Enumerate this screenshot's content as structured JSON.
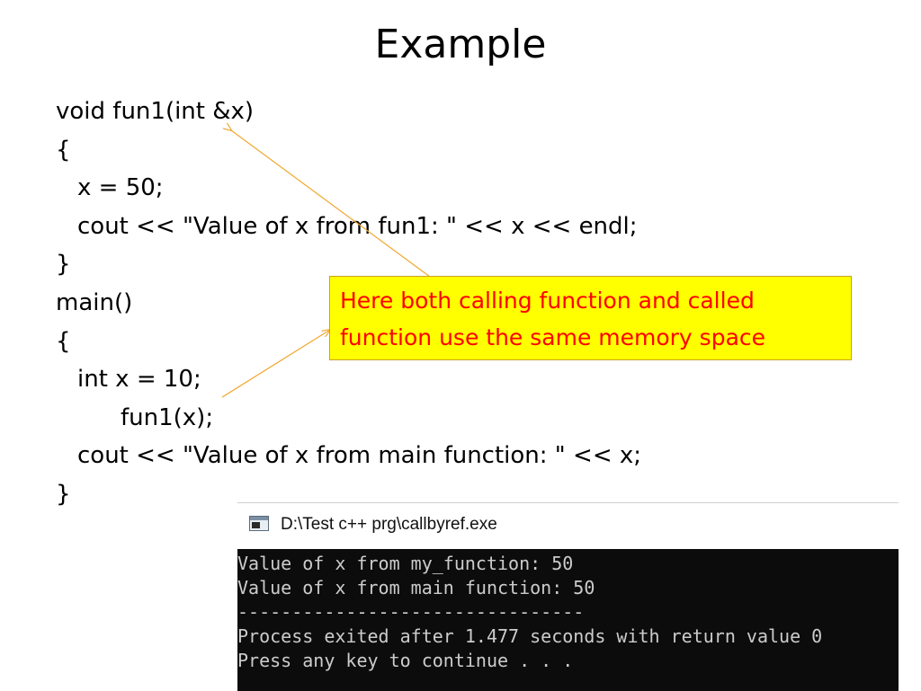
{
  "slide": {
    "title": "Example"
  },
  "code": {
    "lines": [
      "void fun1(int &x)",
      "{",
      "x = 50;",
      "cout << \"Value of x from fun1: \" << x << endl;",
      "}",
      "main()",
      "{",
      "int x = 10;",
      "fun1(x);",
      "cout << \"Value of x from main function: \" << x;",
      "}"
    ]
  },
  "callout": {
    "line1": "Here both calling function and called",
    "line2": "function use the same memory space",
    "background_color": "#ffff00",
    "text_color": "#ff0000",
    "arrow_color": "#f0a830"
  },
  "console": {
    "window_title": "D:\\Test c++ prg\\callbyref.exe",
    "icon": "console-app-icon",
    "output_lines": [
      "Value of x from my_function: 50",
      "Value of x from main function: 50",
      "--------------------------------",
      "Process exited after 1.477 seconds with return value 0",
      "Press any key to continue . . ."
    ]
  }
}
